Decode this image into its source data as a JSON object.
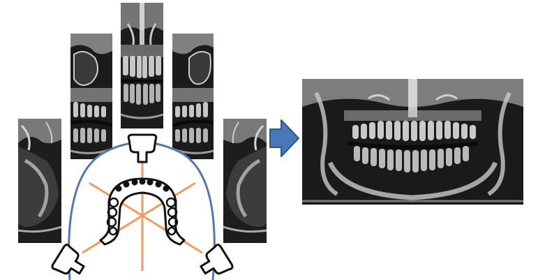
{
  "figure": {
    "icons": [
      "xray-panel-icon",
      "arrow-right-icon",
      "sensor-icon",
      "dental-arch-icon"
    ],
    "colors": {
      "ellipse": "#4f77b0",
      "rays": "#ef9a64",
      "arrow_fill": "#4a78b6",
      "arrow_stroke": "#2d5686",
      "xray_dark": "#151515",
      "xray_mid": "#6d6d6d",
      "xray_light": "#d9d9d9"
    },
    "source_projections": [
      {
        "view": "right-lateral"
      },
      {
        "view": "right-oblique"
      },
      {
        "view": "frontal"
      },
      {
        "view": "left-oblique"
      },
      {
        "view": "left-lateral"
      }
    ],
    "result": {
      "view": "panoramic"
    },
    "sensor_count": 3,
    "ray_count": 6
  }
}
